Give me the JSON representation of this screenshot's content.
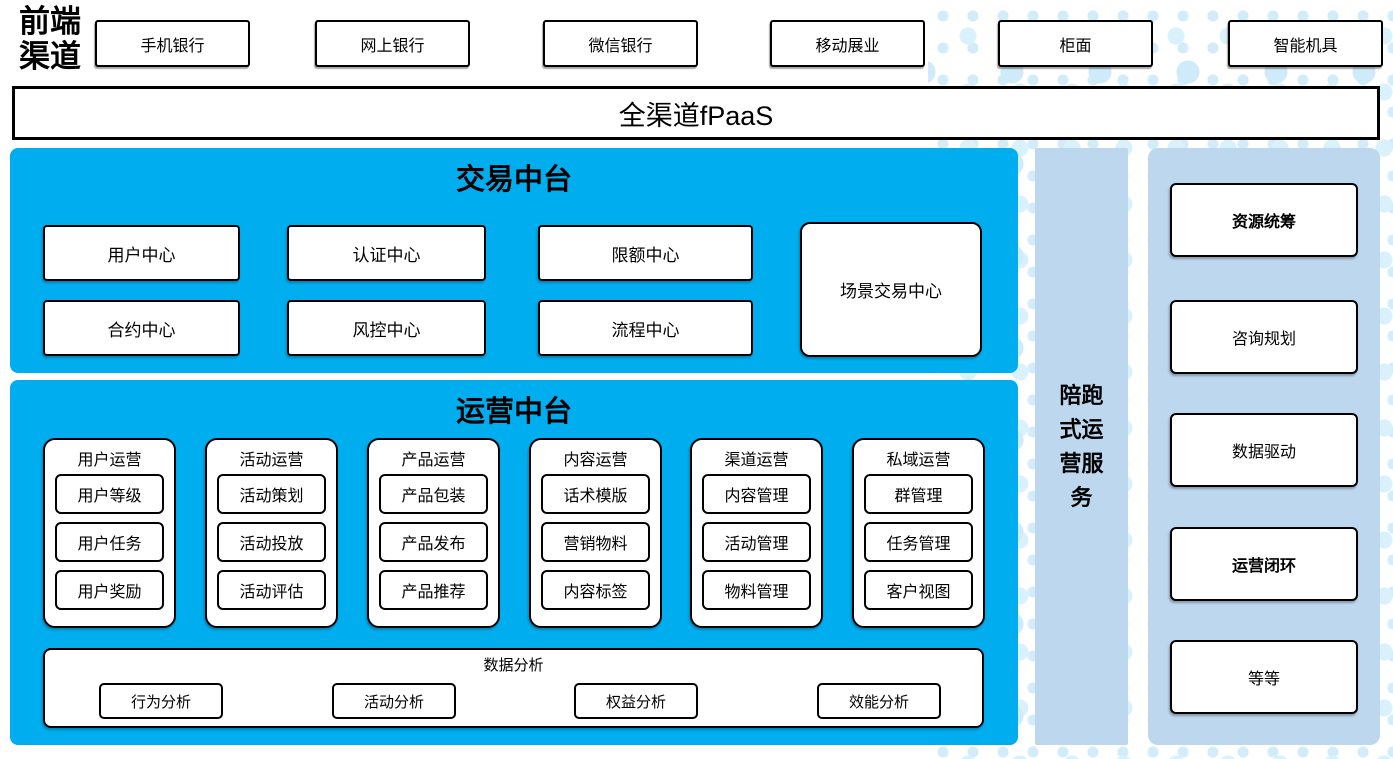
{
  "front_label": {
    "lines": [
      "前端",
      "渠道"
    ]
  },
  "channels": [
    "手机银行",
    "网上银行",
    "微信银行",
    "移动展业",
    "柜面",
    "智能机具"
  ],
  "fpaas": {
    "label": "全渠道fPaaS"
  },
  "transaction": {
    "title": "交易中台",
    "row1": [
      "用户中心",
      "认证中心",
      "限额中心"
    ],
    "row2": [
      "合约中心",
      "风控中心",
      "流程中心"
    ],
    "scene": "场景交易中心"
  },
  "operation": {
    "title": "运营中台",
    "columns": [
      {
        "title": "用户运营",
        "items": [
          "用户等级",
          "用户任务",
          "用户奖励"
        ]
      },
      {
        "title": "活动运营",
        "items": [
          "活动策划",
          "活动投放",
          "活动评估"
        ]
      },
      {
        "title": "产品运营",
        "items": [
          "产品包装",
          "产品发布",
          "产品推荐"
        ]
      },
      {
        "title": "内容运营",
        "items": [
          "话术模版",
          "营销物料",
          "内容标签"
        ]
      },
      {
        "title": "渠道运营",
        "items": [
          "内容管理",
          "活动管理",
          "物料管理"
        ]
      },
      {
        "title": "私域运营",
        "items": [
          "群管理",
          "任务管理",
          "客户视图"
        ]
      }
    ],
    "analysis": {
      "title": "数据分析",
      "items": [
        "行为分析",
        "活动分析",
        "权益分析",
        "效能分析"
      ]
    }
  },
  "side_service": {
    "label": "陪跑式运营服务"
  },
  "right_panel": {
    "items": [
      {
        "label": "资源统筹"
      },
      {
        "label": "咨询规划"
      },
      {
        "label": "数据驱动"
      },
      {
        "label": "运营闭环"
      },
      {
        "label": "等等"
      }
    ]
  },
  "colors": {
    "platform_blue": "#00AEEF",
    "panel_light_blue": "#BDD7EE",
    "dot_blue": "#D2ECF9",
    "box_border": "#000000"
  }
}
